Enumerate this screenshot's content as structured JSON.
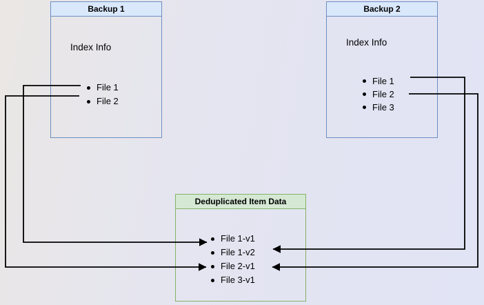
{
  "diagram": {
    "backup1": {
      "title": "Backup 1",
      "label": "Index Info",
      "files": [
        "File 1",
        "File 2"
      ]
    },
    "backup2": {
      "title": "Backup 2",
      "label": "Index Info",
      "files": [
        "File 1",
        "File 2",
        "File 3"
      ]
    },
    "dedup": {
      "title": "Deduplicated Item Data",
      "items": [
        "File 1-v1",
        "File 1-v2",
        "File 2-v1",
        "File 3-v1"
      ]
    },
    "connections": [
      {
        "from": "Backup 1 / File 1",
        "to": "File 1-v1"
      },
      {
        "from": "Backup 1 / File 2",
        "to": "File 2-v1"
      },
      {
        "from": "Backup 2 / File 1",
        "to": "File 1-v2"
      },
      {
        "from": "Backup 2 / File 2",
        "to": "File 2-v1"
      }
    ],
    "colors": {
      "blue_border": "#6c8ebf",
      "blue_header_fill": "#dae8fc",
      "green_border": "#82b366",
      "green_header_fill": "#d5e8d4",
      "arrow": "#000000",
      "text": "#000000"
    }
  }
}
